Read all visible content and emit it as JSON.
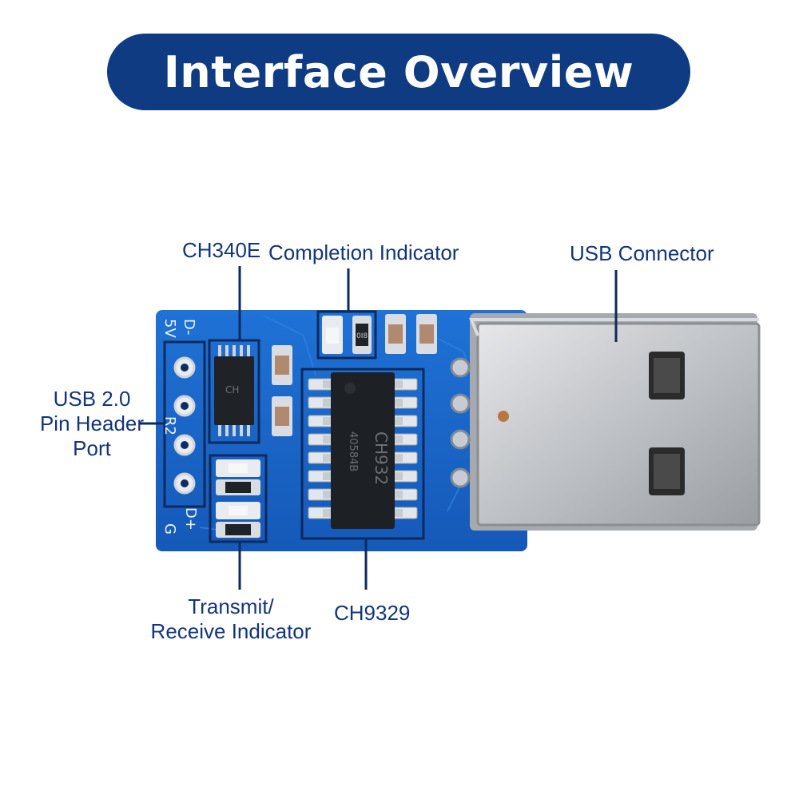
{
  "title": "Interface Overview",
  "colors": {
    "title_bg": "#0f3b82",
    "label_text": "#12357a",
    "pcb": "#1a66c9",
    "connector": "#c9cbce"
  },
  "labels": {
    "ch340e": "CH340E",
    "completion_indicator": "Completion Indicator",
    "usb_connector": "USB Connector",
    "pin_header": [
      "USB 2.0",
      "Pin Header",
      "Port"
    ],
    "txrx": [
      "Transmit/",
      "Receive Indicator"
    ],
    "ch9329": "CH9329"
  },
  "silkscreen": {
    "5v": "5V",
    "dminus": "D-",
    "dplus": "D+",
    "g": "G",
    "r2": "R2",
    "ch9329_mark": "CH932",
    "ch9329_code": "40584B",
    "ch340_mark": "CH",
    "led_code": "0I8"
  }
}
